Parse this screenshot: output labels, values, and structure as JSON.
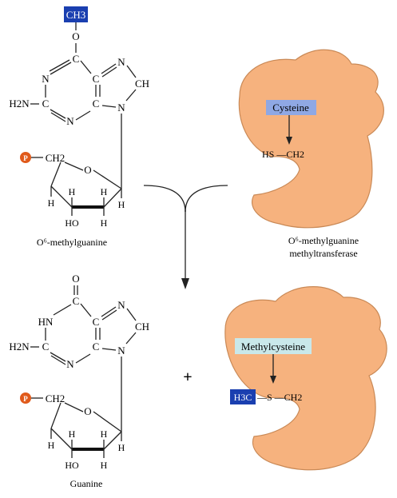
{
  "colors": {
    "methyl_box": "#1a3fb0",
    "cysteine_box": "#8fa8e4",
    "methylcysteine_box": "#c9e8ea",
    "protein": "#f6b27e",
    "phosphate": "#e05a1b"
  },
  "reactant": {
    "label": "O⁶-methylguanine",
    "methyl_group": "CH3",
    "atoms": {
      "o": "O",
      "c": "C",
      "n": "N",
      "ch": "CH",
      "h2n": "H2N",
      "ch2": "CH2",
      "h": "H",
      "ho": "HO",
      "p": "P"
    }
  },
  "product": {
    "label": "Guanine",
    "atoms": {
      "o": "O",
      "c": "C",
      "n": "N",
      "hn": "HN",
      "ch": "CH",
      "h2n": "H2N",
      "ch2": "CH2",
      "h": "H",
      "ho": "HO",
      "p": "P"
    }
  },
  "enzyme": {
    "label_line1": "O⁶-methylguanine",
    "label_line2": "methyltransferase",
    "cysteine_label": "Cysteine",
    "group_text": "HS —CH2"
  },
  "enzyme_product": {
    "methylcysteine_label": "Methylcysteine",
    "methyl_group": "H3C",
    "link_text": "—S —CH2"
  },
  "plus_sign": "+"
}
